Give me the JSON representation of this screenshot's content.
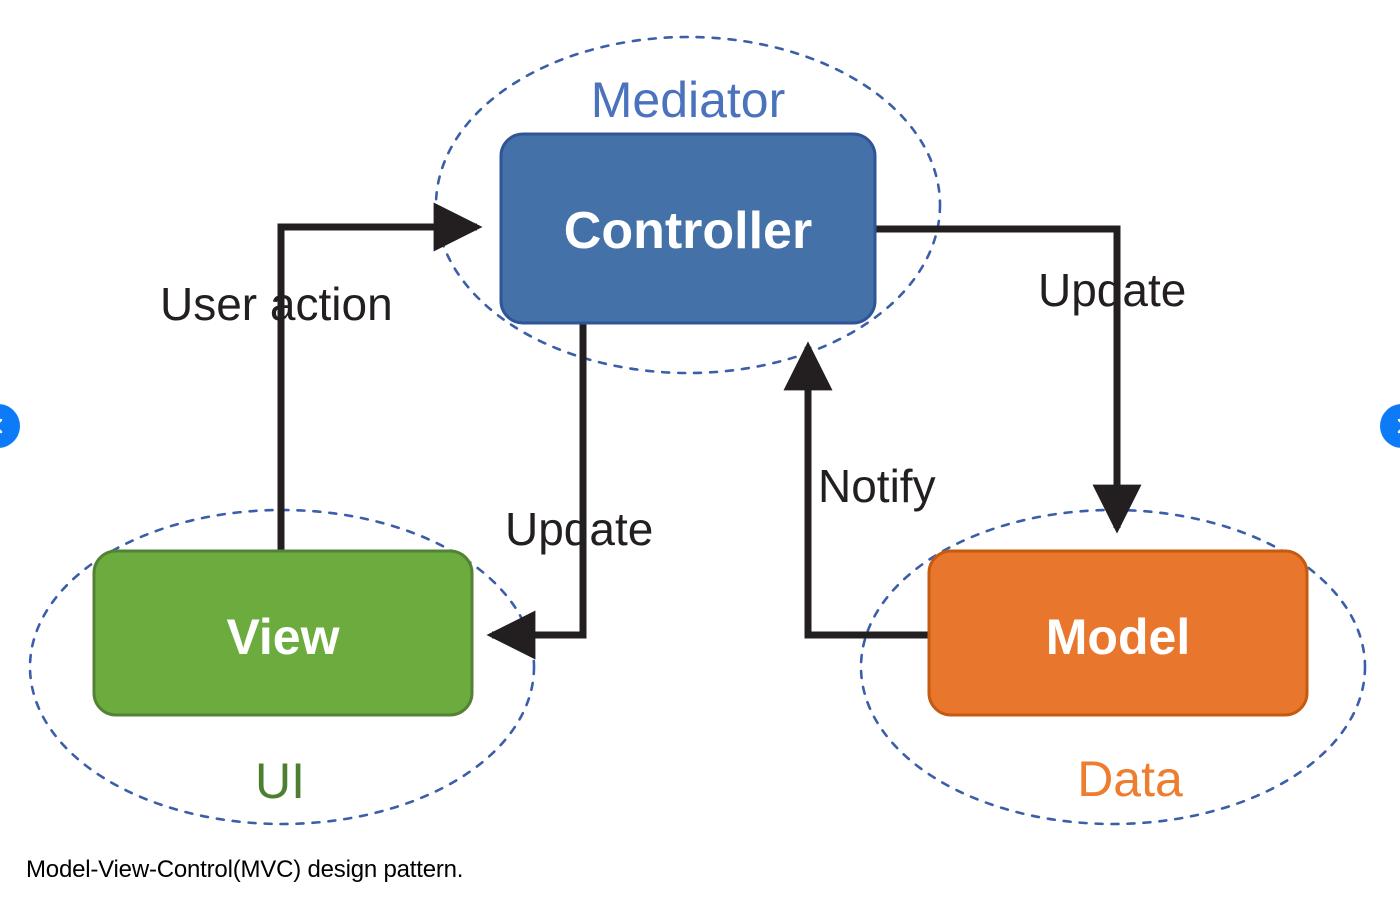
{
  "caption": "Model-View-Control(MVC) design pattern.",
  "diagram": {
    "title": "Model-View-Control(MVC) design pattern",
    "nodes": [
      {
        "id": "controller",
        "label": "Controller",
        "fill": "#4472a8",
        "stroke": "#2f5597",
        "text_color": "#ffffff"
      },
      {
        "id": "view",
        "label": "View",
        "fill": "#6cac3f",
        "stroke": "#548235",
        "text_color": "#ffffff"
      },
      {
        "id": "model",
        "label": "Model",
        "fill": "#e8762c",
        "stroke": "#c55a11",
        "text_color": "#ffffff"
      }
    ],
    "groups": [
      {
        "id": "mediator",
        "label": "Mediator",
        "color": "#4472c4",
        "contains": "controller"
      },
      {
        "id": "ui",
        "label": "UI",
        "color": "#548235",
        "contains": "view"
      },
      {
        "id": "data",
        "label": "Data",
        "color": "#e8762c",
        "contains": "model"
      }
    ],
    "edges": [
      {
        "id": "user-action",
        "label": "User action",
        "from": "view",
        "to": "controller"
      },
      {
        "id": "update-view",
        "label": "Update",
        "from": "controller",
        "to": "view"
      },
      {
        "id": "update-model",
        "label": "Update",
        "from": "controller",
        "to": "model"
      },
      {
        "id": "notify",
        "label": "Notify",
        "from": "model",
        "to": "controller"
      }
    ]
  },
  "carousel": {
    "prev_icon": "chevron-left-icon",
    "next_icon": "chevron-right-icon",
    "color": "#0d7bf7"
  }
}
